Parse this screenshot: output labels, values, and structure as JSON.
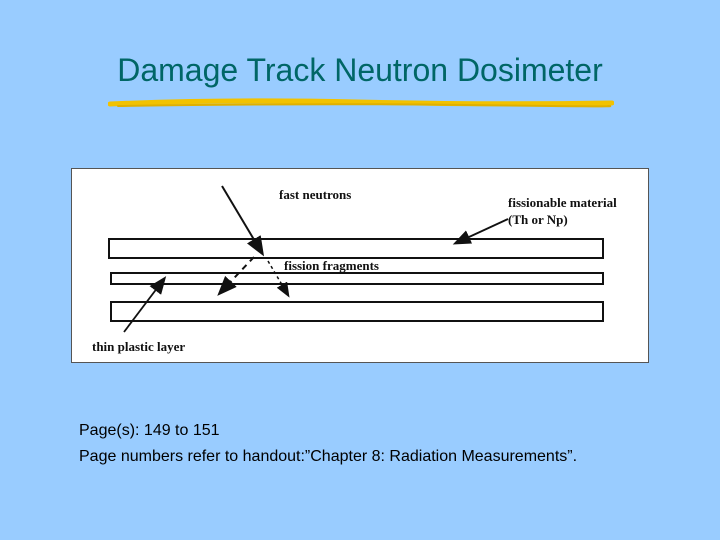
{
  "slide": {
    "title": "Damage Track Neutron Dosimeter",
    "colors": {
      "background": "#99ccff",
      "title": "#006666",
      "underline": "#f2c200"
    }
  },
  "figure": {
    "labels": {
      "fast_neutrons": "fast neutrons",
      "fissionable_line1": "fissionable material",
      "fissionable_line2": "(Th or Np)",
      "fission_fragments": "fission fragments",
      "thin_plastic": "thin plastic layer"
    }
  },
  "caption": {
    "line1": "Page(s): 149 to 151",
    "line2": "Page numbers refer to handout:”Chapter 8: Radiation Measurements”."
  }
}
